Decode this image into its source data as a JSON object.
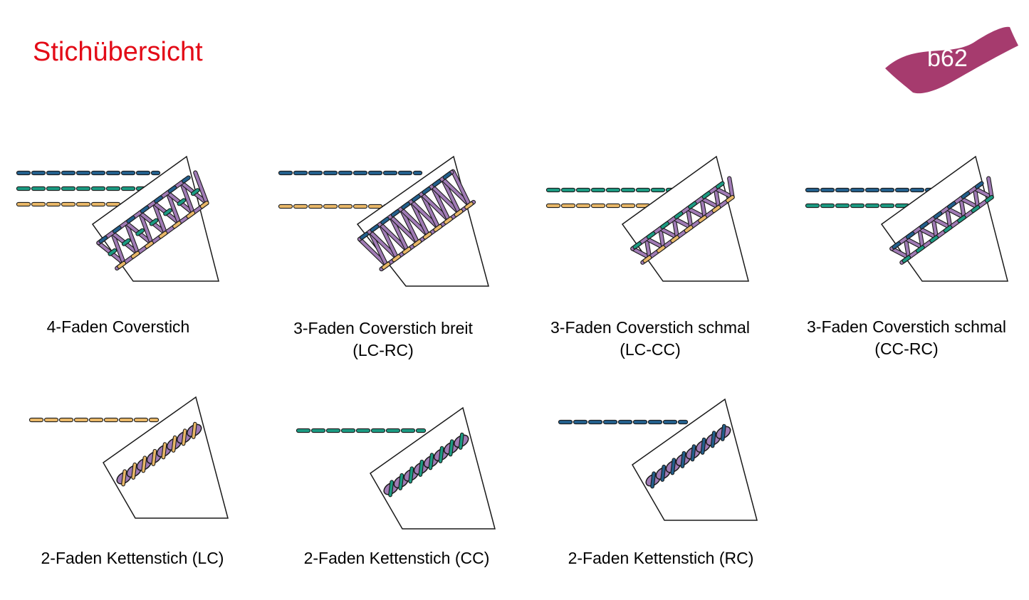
{
  "page": {
    "title": "Stichübersicht",
    "model_badge": "b62",
    "title_color": "#e30b17",
    "badge_color": "#a63b6e"
  },
  "thread_colors": {
    "blue": "#235f8c",
    "green": "#1c9a82",
    "yellow": "#e8b768",
    "purple": "#a07bb5",
    "outline": "#1a1a1a"
  },
  "stitches": [
    {
      "caption_line1": "4-Faden Coverstich",
      "caption_line2": "",
      "type": "cover",
      "threads": [
        "blue",
        "green",
        "yellow"
      ]
    },
    {
      "caption_line1": "3-Faden Coverstich breit",
      "caption_line2": "(LC-RC)",
      "type": "cover-wide",
      "threads": [
        "blue",
        "yellow"
      ]
    },
    {
      "caption_line1": "3-Faden Coverstich schmal",
      "caption_line2": "(LC-CC)",
      "type": "cover",
      "threads": [
        "green",
        "yellow"
      ]
    },
    {
      "caption_line1": "3-Faden Coverstich schmal",
      "caption_line2": "(CC-RC)",
      "type": "cover",
      "threads": [
        "blue",
        "green"
      ]
    },
    {
      "caption_line1": "2-Faden Kettenstich (LC)",
      "caption_line2": "",
      "type": "chain",
      "threads": [
        "yellow"
      ]
    },
    {
      "caption_line1": "2-Faden Kettenstich (CC)",
      "caption_line2": "",
      "type": "chain",
      "threads": [
        "green"
      ]
    },
    {
      "caption_line1": "2-Faden Kettenstich (RC)",
      "caption_line2": "",
      "type": "chain",
      "threads": [
        "blue"
      ]
    }
  ]
}
